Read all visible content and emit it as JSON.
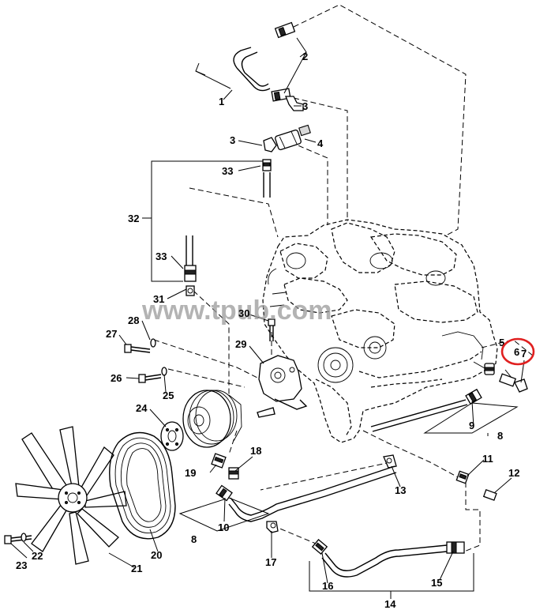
{
  "watermark": "www.tpub.com",
  "callouts": {
    "c1": "1",
    "c2": "2",
    "c3a": "3",
    "c3b": "3",
    "c4": "4",
    "c5": "5",
    "c6": "6",
    "c7": "7",
    "c8a": "8",
    "c8b": "8",
    "c9": "9",
    "c10": "10",
    "c11": "11",
    "c12": "12",
    "c13": "13",
    "c14": "14",
    "c15": "15",
    "c16": "16",
    "c17": "17",
    "c18": "18",
    "c19": "19",
    "c20": "20",
    "c21": "21",
    "c22": "22",
    "c23": "23",
    "c24": "24",
    "c25": "25",
    "c26": "26",
    "c27": "27",
    "c28": "28",
    "c29": "29",
    "c30": "30",
    "c31": "31",
    "c32": "32",
    "c33a": "33",
    "c33b": "33"
  },
  "highlight_color": "#e02020"
}
